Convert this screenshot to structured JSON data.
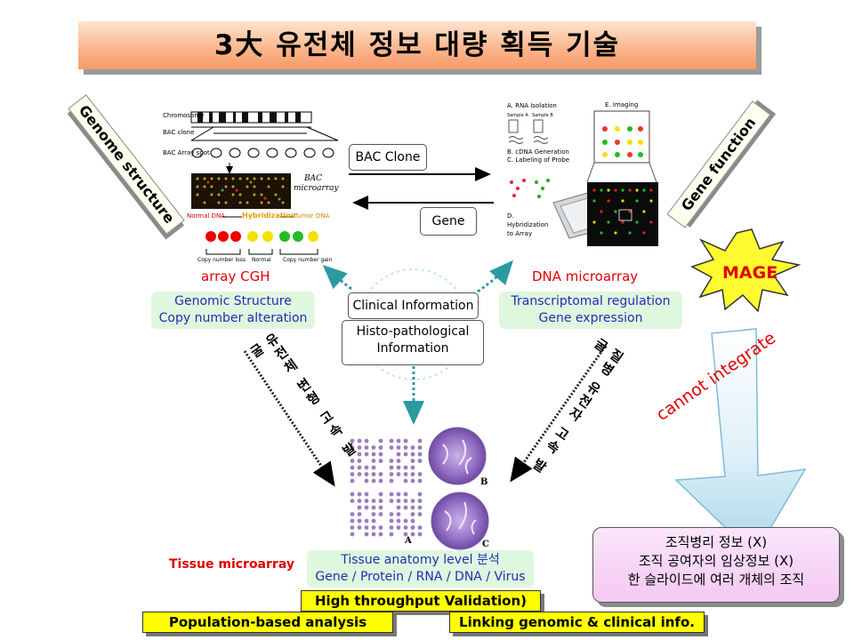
{
  "title": "3大 유전체 정보 대량 획득 기술",
  "side_labels": {
    "genome_structure": "Genome structure",
    "gene_function": "Gene function"
  },
  "arrows": {
    "bac_clone": "BAC Clone",
    "gene": "Gene"
  },
  "cgh": {
    "chromosome": "Chromosome",
    "bac_clone": "BAC clone",
    "bac_array_spot": "BAC Array spot",
    "bac_microarray": "BAC microarray",
    "normal_dna": "Normal DNA",
    "hybridization": "Hybridization",
    "tumor_dna": "Tumor DNA",
    "copy_labels": [
      "Copy number loss",
      "Normal",
      "Copy number gain"
    ],
    "name": "array CGH",
    "desc_line1": "Genomic Structure",
    "desc_line2": "Copy number alteration"
  },
  "dna": {
    "step_a": "A. RNA Isolation",
    "step_b": "B. cDNA Generation",
    "step_c": "C. Labeling of Probe",
    "step_d": "D. Hybridization to Array",
    "step_e": "E. Imaging",
    "sample_a": "Sample A",
    "sample_b": "Sample B",
    "name": "DNA microarray",
    "desc_line1": "Transcriptomal regulation",
    "desc_line2": "Gene expression"
  },
  "center": {
    "clinical": "Clinical Information",
    "histo_line1": "Histo-pathological",
    "histo_line2": "Information"
  },
  "mage": "MAGE",
  "cannot_integrate": "cannot integrate",
  "korean_left": "유전체 변형 고속 발굴",
  "korean_right": "질병 유전자 고속 발굴",
  "tissue": {
    "label": "Tissue microarray",
    "desc_line1": "Tissue anatomy level 분석",
    "desc_line2": "Gene / Protein / RNA / DNA / Virus",
    "img_a": "A",
    "img_b": "B",
    "img_c": "C"
  },
  "pink_box": {
    "line1": "조직병리 정보 (X)",
    "line2": "조직 공여자의 임상정보 (X)",
    "line3": "한 슬라이드에 여러 개체의 조직"
  },
  "bottom": {
    "high_throughput": "High throughput Validation)",
    "population": "Population-based analysis",
    "linking": "Linking genomic & clinical info."
  }
}
